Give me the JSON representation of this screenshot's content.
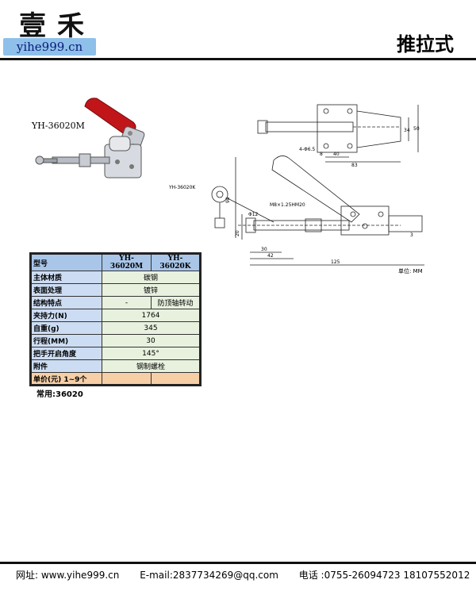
{
  "header": {
    "logo_cn": "壹禾",
    "logo_url": "yihe999.cn",
    "title": "推拉式"
  },
  "product": {
    "model_caption": "YH-36020M"
  },
  "drawing": {
    "kit_label": "YH-36020K",
    "thread_label": "M8×1.25HM20",
    "dims": {
      "d34": "34",
      "d50": "50",
      "d8": "8",
      "d40": "40",
      "d83": "83",
      "hole": "4-Φ6.5",
      "d98": "98",
      "phi12": "Φ12",
      "d20": "20",
      "d30": "30",
      "d42": "42",
      "d125": "125",
      "d3": "3"
    },
    "unit_note": "单位: MM"
  },
  "spec_table": {
    "header": {
      "label": "型号",
      "m": "YH-36020M",
      "k": "YH-36020K"
    },
    "rows": [
      {
        "label": "主体材质",
        "value": "碳钢"
      },
      {
        "label": "表面处理",
        "value": "镀锌"
      },
      {
        "label": "结构特点",
        "m": "-",
        "k": "防顶轴转动"
      },
      {
        "label": "夹持力(N)",
        "value": "1764"
      },
      {
        "label": "自重(g)",
        "value": "345"
      },
      {
        "label": "行程(MM)",
        "value": "30"
      },
      {
        "label": "把手开启角度",
        "value": "145°"
      },
      {
        "label": "附件",
        "value": "钢制螺栓"
      }
    ],
    "price": {
      "label": "单价(元) 1~9个",
      "m": "",
      "k": ""
    }
  },
  "common_note": "常用:36020",
  "footer": {
    "website": "网址: www.yihe999.cn",
    "email": "E-mail:2837734269@qq.com",
    "phone": "电话 :0755-26094723 18107552012"
  }
}
